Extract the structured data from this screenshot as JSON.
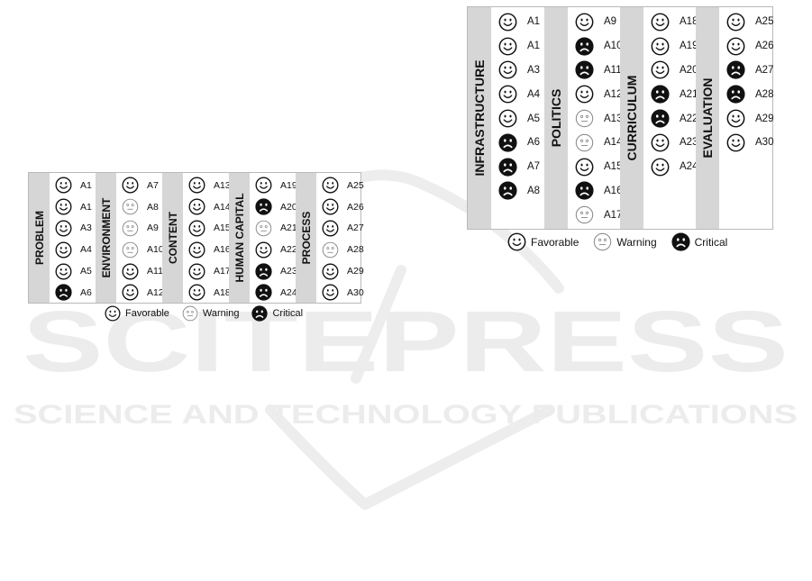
{
  "watermark": {
    "brand": "SCITEPRESS",
    "tagline": "SCIENCE AND TECHNOLOGY PUBLICATIONS",
    "color": "#ececec"
  },
  "legend_labels": {
    "favorable": "Favorable",
    "warning": "Warning",
    "critical": "Critical"
  },
  "figures": [
    {
      "name": "figure-left",
      "categories": [
        {
          "name": "PROBLEM",
          "items": [
            {
              "label": "A1",
              "status": "favorable"
            },
            {
              "label": "A1",
              "status": "favorable"
            },
            {
              "label": "A3",
              "status": "favorable"
            },
            {
              "label": "A4",
              "status": "favorable"
            },
            {
              "label": "A5",
              "status": "favorable"
            },
            {
              "label": "A6",
              "status": "critical"
            }
          ]
        },
        {
          "name": "ENVIRONMENT",
          "items": [
            {
              "label": "A7",
              "status": "favorable"
            },
            {
              "label": "A8",
              "status": "warning"
            },
            {
              "label": "A9",
              "status": "warning"
            },
            {
              "label": "A10",
              "status": "warning"
            },
            {
              "label": "A11",
              "status": "favorable"
            },
            {
              "label": "A12",
              "status": "favorable"
            }
          ]
        },
        {
          "name": "CONTENT",
          "items": [
            {
              "label": "A13",
              "status": "favorable"
            },
            {
              "label": "A14",
              "status": "favorable"
            },
            {
              "label": "A15",
              "status": "favorable"
            },
            {
              "label": "A16",
              "status": "favorable"
            },
            {
              "label": "A17",
              "status": "favorable"
            },
            {
              "label": "A18",
              "status": "favorable"
            }
          ]
        },
        {
          "name": "HUMAN CAPITAL",
          "items": [
            {
              "label": "A19",
              "status": "favorable"
            },
            {
              "label": "A20",
              "status": "critical"
            },
            {
              "label": "A21",
              "status": "warning"
            },
            {
              "label": "A22",
              "status": "favorable"
            },
            {
              "label": "A23",
              "status": "critical"
            },
            {
              "label": "A24",
              "status": "critical"
            }
          ]
        },
        {
          "name": "PROCESS",
          "items": [
            {
              "label": "A25",
              "status": "favorable"
            },
            {
              "label": "A26",
              "status": "favorable"
            },
            {
              "label": "A27",
              "status": "favorable"
            },
            {
              "label": "A28",
              "status": "warning"
            },
            {
              "label": "A29",
              "status": "favorable"
            },
            {
              "label": "A30",
              "status": "favorable"
            }
          ]
        }
      ]
    },
    {
      "name": "figure-right",
      "categories": [
        {
          "name": "INFRASTRUCTURE",
          "items": [
            {
              "label": "A1",
              "status": "favorable"
            },
            {
              "label": "A1",
              "status": "favorable"
            },
            {
              "label": "A3",
              "status": "favorable"
            },
            {
              "label": "A4",
              "status": "favorable"
            },
            {
              "label": "A5",
              "status": "favorable"
            },
            {
              "label": "A6",
              "status": "critical"
            },
            {
              "label": "A7",
              "status": "critical"
            },
            {
              "label": "A8",
              "status": "critical"
            }
          ]
        },
        {
          "name": "POLITICS",
          "items": [
            {
              "label": "A9",
              "status": "favorable"
            },
            {
              "label": "A10",
              "status": "critical"
            },
            {
              "label": "A11",
              "status": "critical"
            },
            {
              "label": "A12",
              "status": "favorable"
            },
            {
              "label": "A13",
              "status": "warning"
            },
            {
              "label": "A14",
              "status": "warning"
            },
            {
              "label": "A15",
              "status": "favorable"
            },
            {
              "label": "A16",
              "status": "critical"
            },
            {
              "label": "A17",
              "status": "warning"
            }
          ]
        },
        {
          "name": "CURRICULUM",
          "items": [
            {
              "label": "A18",
              "status": "favorable"
            },
            {
              "label": "A19",
              "status": "favorable"
            },
            {
              "label": "A20",
              "status": "favorable"
            },
            {
              "label": "A21",
              "status": "critical"
            },
            {
              "label": "A22",
              "status": "critical"
            },
            {
              "label": "A23",
              "status": "favorable"
            },
            {
              "label": "A24",
              "status": "favorable"
            }
          ]
        },
        {
          "name": "EVALUATION",
          "items": [
            {
              "label": "A25",
              "status": "favorable"
            },
            {
              "label": "A26",
              "status": "favorable"
            },
            {
              "label": "A27",
              "status": "critical"
            },
            {
              "label": "A28",
              "status": "critical"
            },
            {
              "label": "A29",
              "status": "favorable"
            },
            {
              "label": "A30",
              "status": "favorable"
            }
          ]
        }
      ]
    }
  ]
}
